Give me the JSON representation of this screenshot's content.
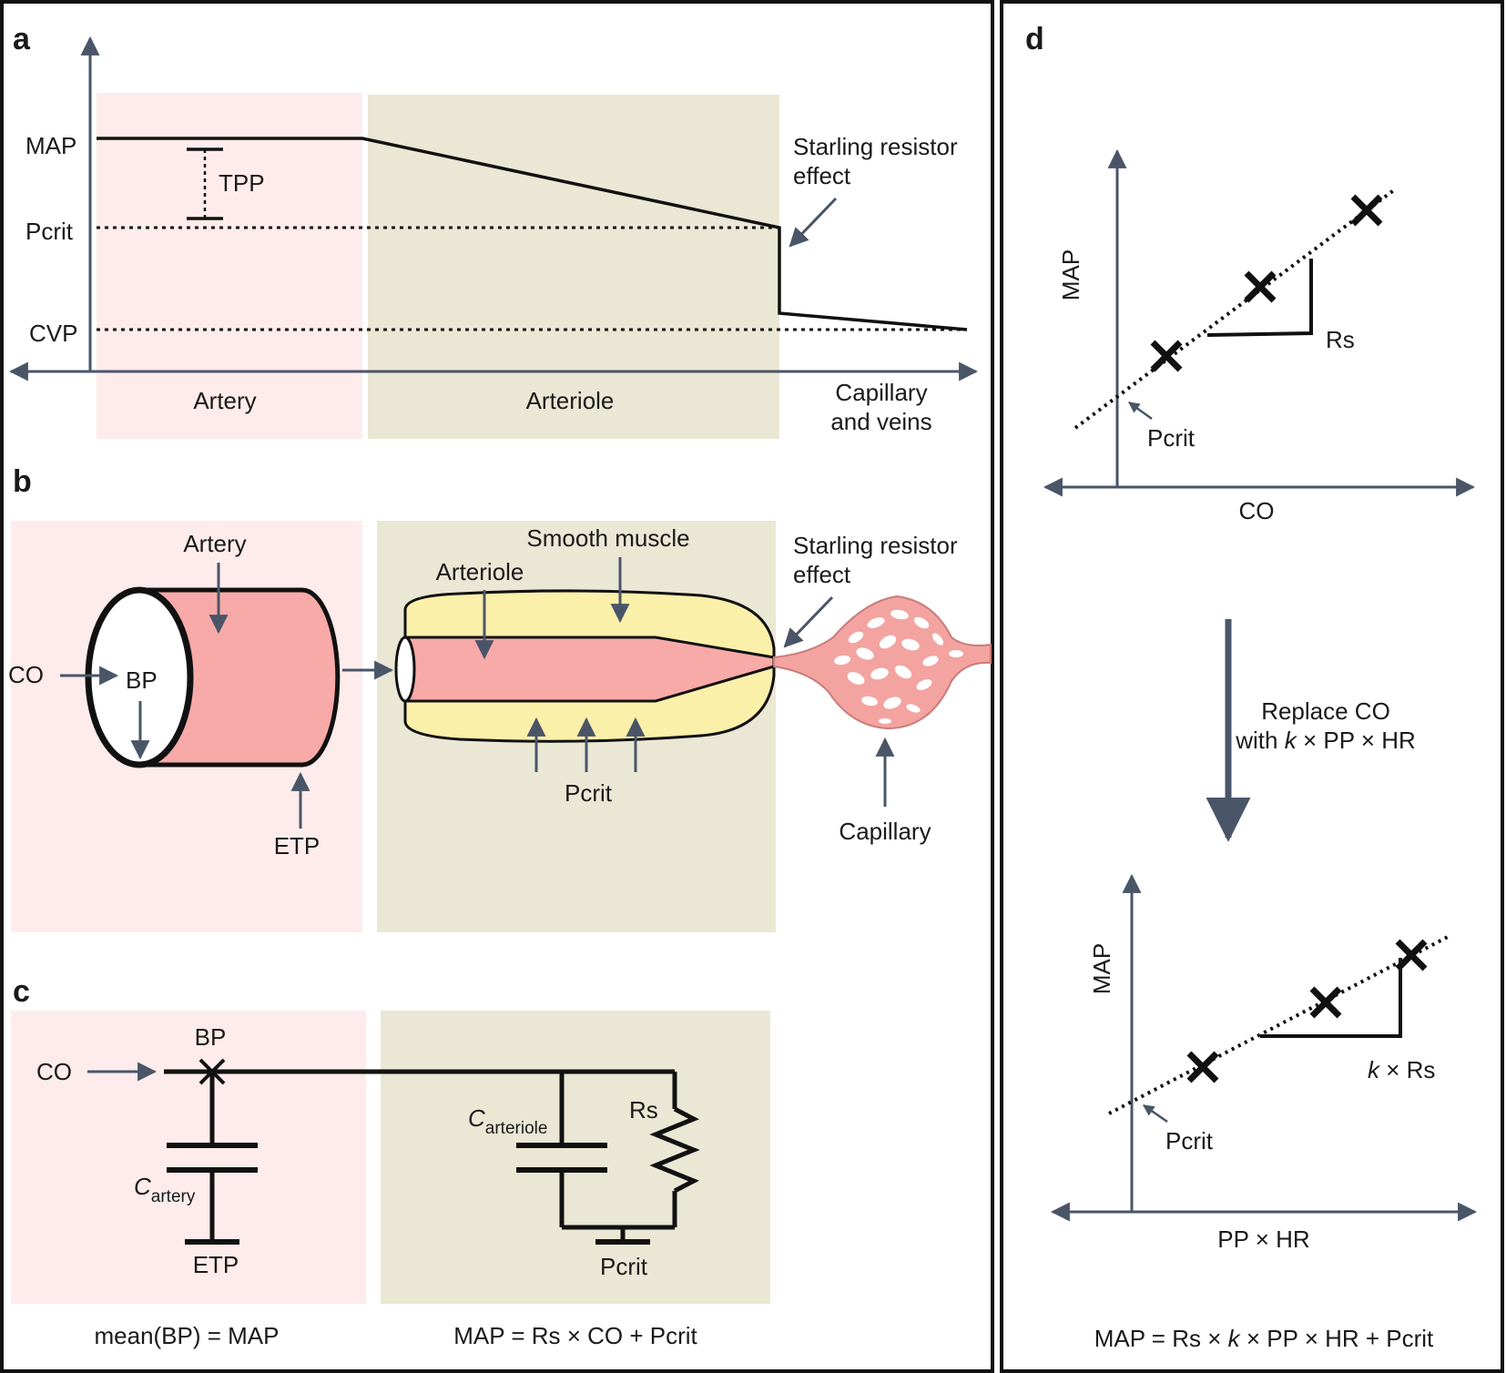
{
  "colors": {
    "pink_bg": "#fdeceb",
    "olive_bg": "#eae7d5",
    "artery_fill": "#f7aaa8",
    "muscle_fill": "#fbf0aa",
    "axis": "#4a5568",
    "line": "#111111"
  },
  "panel_a": {
    "letter": "a",
    "y_labels": {
      "map": "MAP",
      "pcrit": "Pcrit",
      "cvp": "CVP"
    },
    "tpp": "TPP",
    "starling_line1": "Starling resistor",
    "starling_line2": "effect",
    "regions": {
      "artery": "Artery",
      "arteriole": "Arteriole",
      "cap_line1": "Capillary",
      "cap_line2": "and veins"
    }
  },
  "panel_b": {
    "letter": "b",
    "artery": "Artery",
    "co": "CO",
    "bp": "BP",
    "etp": "ETP",
    "smooth_muscle": "Smooth muscle",
    "arteriole": "Arteriole",
    "pcrit": "Pcrit",
    "starling_line1": "Starling resistor",
    "starling_line2": "effect",
    "capillary": "Capillary"
  },
  "panel_c": {
    "letter": "c",
    "bp": "BP",
    "co": "CO",
    "c_artery_main": "C",
    "c_artery_sub": "artery",
    "etp": "ETP",
    "c_arteriole_main": "C",
    "c_arteriole_sub": "arteriole",
    "rs": "Rs",
    "pcrit": "Pcrit",
    "eq_left": "mean(BP) = MAP",
    "eq_right": "MAP = Rs × CO + Pcrit"
  },
  "panel_d": {
    "letter": "d",
    "top": {
      "ylabel": "MAP",
      "xlabel": "CO",
      "rs": "Rs",
      "pcrit": "Pcrit"
    },
    "replace_line1": "Replace CO",
    "replace_with": "with ",
    "replace_k": "k",
    "replace_rest": " × PP × HR",
    "bottom": {
      "ylabel": "MAP",
      "xlabel": "PP × HR",
      "k": "k",
      "rs": " × Rs",
      "pcrit": "Pcrit"
    },
    "eq_a": "MAP = Rs × ",
    "eq_k": "k",
    "eq_b": " × PP × HR + Pcrit"
  }
}
